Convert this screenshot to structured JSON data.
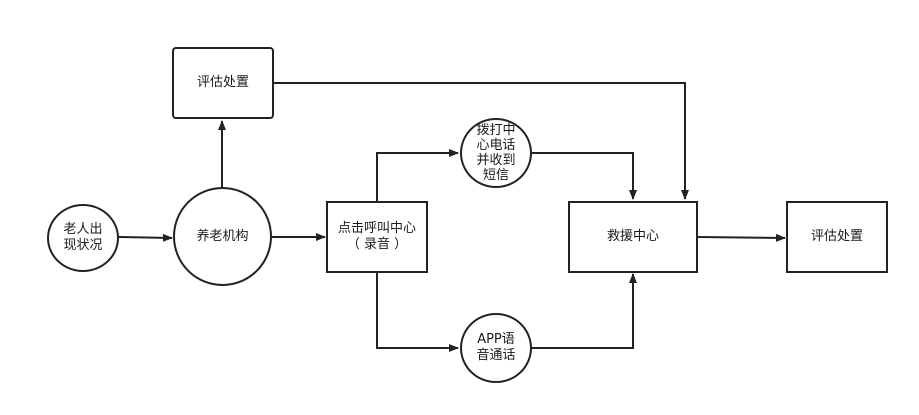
{
  "nodes": {
    "elder": "老人出\n现状况",
    "institution": "养老机构",
    "assess_top": "评估处置",
    "click_call": "点击呼叫中心\n（ 录音 ）",
    "dial_center": "拨打中\n心电话\n并收到\n短信",
    "app_voice": "APP语\n音通话",
    "rescue_center": "救援中心",
    "assess_right": "评估处置"
  },
  "colors": {
    "line": "#222222",
    "fill": "#ffffff"
  }
}
